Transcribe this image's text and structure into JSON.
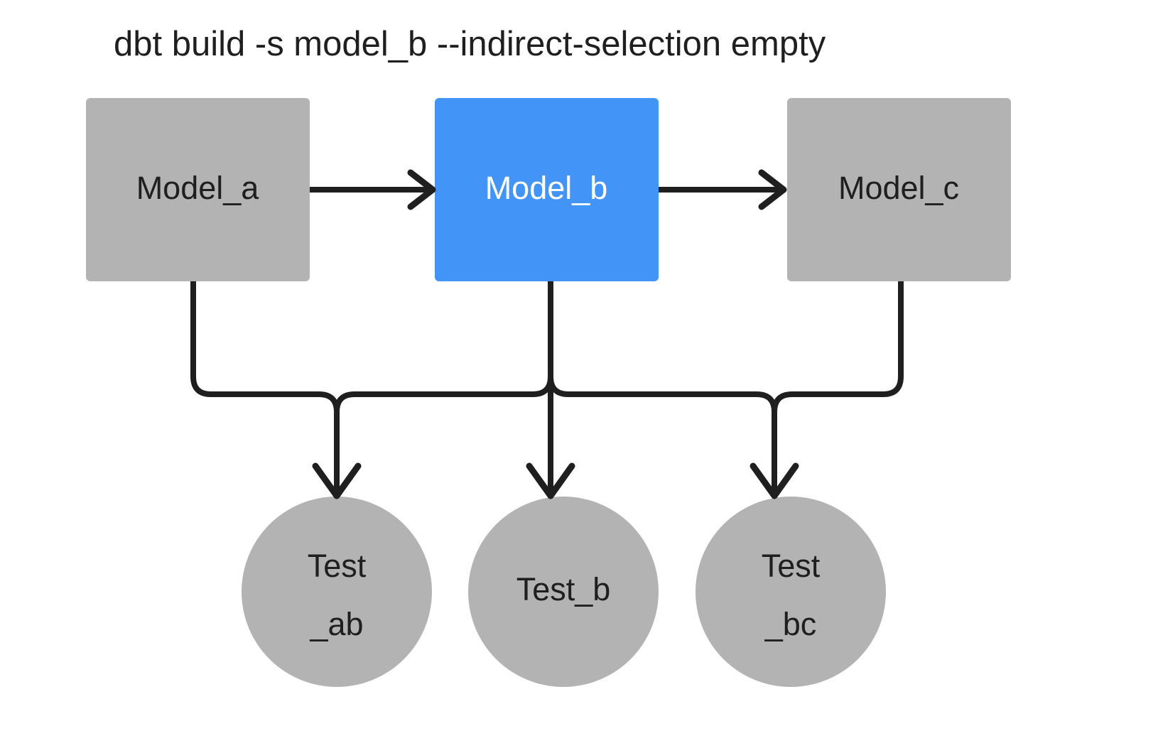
{
  "diagram": {
    "title": "dbt build -s model_b --indirect-selection empty",
    "colors": {
      "background": "#ffffff",
      "node_default": "#b3b3b3",
      "node_selected": "#4294f7",
      "edge": "#1f1f1f",
      "label_default": "#1f1f1f",
      "label_selected": "#ffffff"
    },
    "models": [
      {
        "id": "model_a",
        "label": "Model_a",
        "shape": "rectangle",
        "state": "default"
      },
      {
        "id": "model_b",
        "label": "Model_b",
        "shape": "rectangle",
        "state": "selected"
      },
      {
        "id": "model_c",
        "label": "Model_c",
        "shape": "rectangle",
        "state": "default"
      }
    ],
    "tests": [
      {
        "id": "test_ab",
        "label_line1": "Test",
        "label_line2": "_ab",
        "shape": "circle",
        "state": "default"
      },
      {
        "id": "test_b",
        "label_line1": "Test_b",
        "label_line2": "",
        "shape": "circle",
        "state": "default"
      },
      {
        "id": "test_bc",
        "label_line1": "Test",
        "label_line2": "_bc",
        "shape": "circle",
        "state": "default"
      }
    ],
    "edges": [
      {
        "from": "model_a",
        "to": "model_b",
        "kind": "model-to-model"
      },
      {
        "from": "model_b",
        "to": "model_c",
        "kind": "model-to-model"
      },
      {
        "from": "model_a",
        "to": "test_ab",
        "kind": "model-to-test"
      },
      {
        "from": "model_b",
        "to": "test_ab",
        "kind": "model-to-test"
      },
      {
        "from": "model_b",
        "to": "test_b",
        "kind": "model-to-test"
      },
      {
        "from": "model_b",
        "to": "test_bc",
        "kind": "model-to-test"
      },
      {
        "from": "model_c",
        "to": "test_bc",
        "kind": "model-to-test"
      }
    ]
  }
}
